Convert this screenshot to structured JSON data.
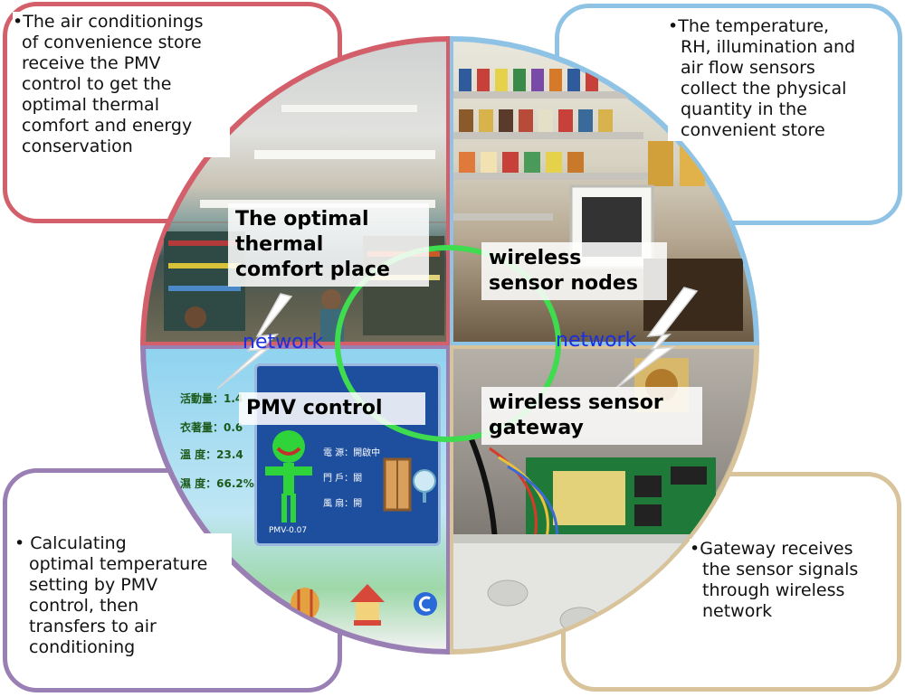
{
  "colors": {
    "top_left": "#d35f6b",
    "top_right": "#8fc3e6",
    "bottom_left": "#9a7fb5",
    "bottom_right": "#d8c39b",
    "ring": "#3fdc4f",
    "network_text": "#1b2ee0"
  },
  "callouts": {
    "top_left": {
      "bullet": "•",
      "lines": [
        "The air conditionings",
        "of convenience store",
        "receive the PMV",
        "control to get the",
        "optimal thermal",
        "comfort and energy",
        "conservation"
      ]
    },
    "top_right": {
      "bullet": "•",
      "lines": [
        "The temperature,",
        "RH, illumination and",
        "air flow sensors",
        "collect the physical",
        "quantity in the",
        "convenient store"
      ]
    },
    "bottom_left": {
      "bullet": "•",
      "lines": [
        "Calculating",
        "optimal temperature",
        "setting by PMV",
        "control, then",
        "transfers to air",
        "conditioning"
      ]
    },
    "bottom_right": {
      "bullet": "•",
      "lines": [
        "Gateway receives",
        "the sensor signals",
        "through wireless",
        "network"
      ]
    }
  },
  "quadrants": {
    "top_left": {
      "label_lines": [
        "The optimal",
        "thermal",
        "comfort place"
      ]
    },
    "top_right": {
      "label_lines": [
        "wireless",
        "sensor nodes"
      ]
    },
    "bottom_left": {
      "label": "PMV control",
      "screen_rows": [
        "活動量：1.4",
        "衣著量：0.6",
        "溫 度：23.4",
        "濕 度：66.2%"
      ],
      "screen_fields": [
        "電 源：開啟中",
        "門 戶：關",
        "風 扇：開"
      ],
      "pmv_value": "PMV-0.07"
    },
    "bottom_right": {
      "label_lines": [
        "wireless sensor",
        "gateway"
      ]
    }
  },
  "network_labels": [
    "network",
    "network"
  ]
}
